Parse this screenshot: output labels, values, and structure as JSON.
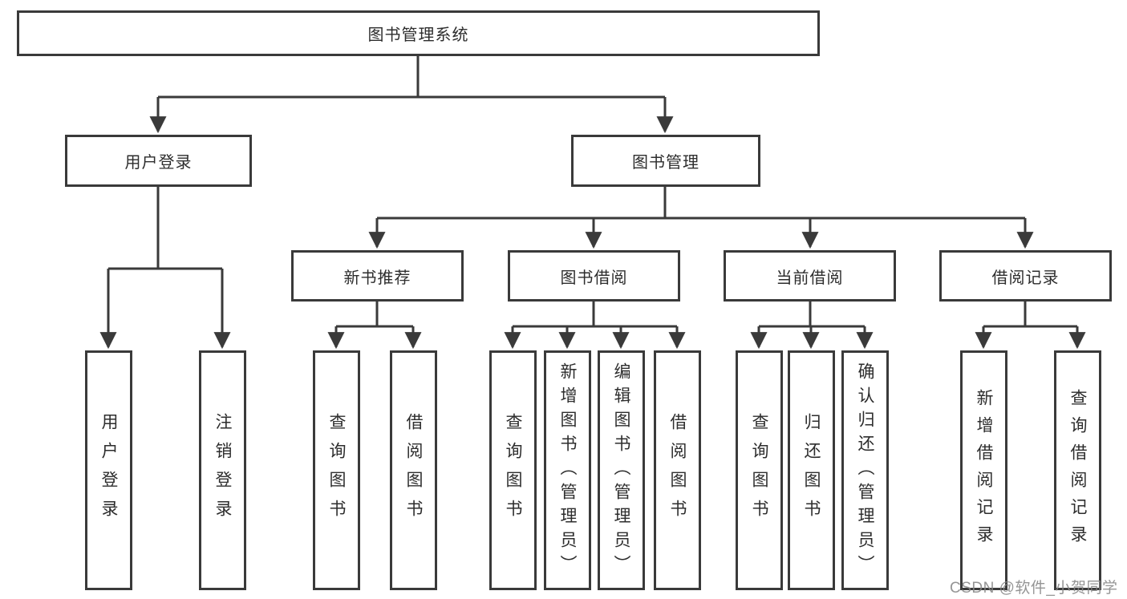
{
  "diagram": {
    "title": "图书管理系统",
    "type": "hierarchy-tree",
    "colors": {
      "line": "#3a3a3a",
      "border": "#3a3a3a",
      "text": "#2d2d2d",
      "watermark": "#868686",
      "background": "#ffffff"
    },
    "watermark": "CSDN @软件_小贺同学"
  },
  "tree": {
    "label": "图书管理系统",
    "children": [
      {
        "label": "用户登录",
        "children": [
          {
            "label": "用户登录"
          },
          {
            "label": "注销登录"
          }
        ]
      },
      {
        "label": "图书管理",
        "children": [
          {
            "label": "新书推荐",
            "children": [
              {
                "label": "查询图书"
              },
              {
                "label": "借阅图书"
              }
            ]
          },
          {
            "label": "图书借阅",
            "children": [
              {
                "label": "查询图书"
              },
              {
                "label": "新增图书（管理员）"
              },
              {
                "label": "编辑图书（管理员）"
              },
              {
                "label": "借阅图书"
              }
            ]
          },
          {
            "label": "当前借阅",
            "children": [
              {
                "label": "查询图书"
              },
              {
                "label": "归还图书"
              },
              {
                "label": "确认归还（管理员）"
              }
            ]
          },
          {
            "label": "借阅记录",
            "children": [
              {
                "label": "新增借阅记录"
              },
              {
                "label": "查询借阅记录"
              }
            ]
          }
        ]
      }
    ]
  }
}
